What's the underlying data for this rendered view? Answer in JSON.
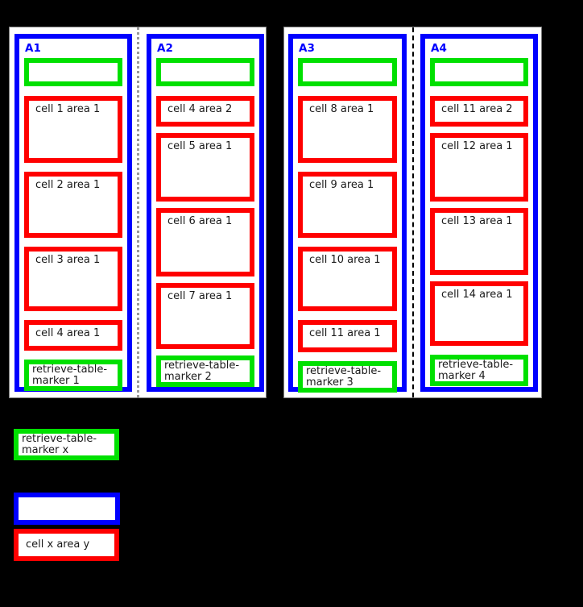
{
  "colors": {
    "background": "#000000",
    "panel_bg": "#ffffff",
    "area_border": "#0000ff",
    "cell_border": "#ff0000",
    "marker_border": "#00e000"
  },
  "panels": [
    {
      "areas": [
        {
          "title": "A1",
          "cells": [
            {
              "label": "cell 1 area 1"
            },
            {
              "label": "cell 2 area 1"
            },
            {
              "label": "cell 3 area 1"
            },
            {
              "label": "cell 4 area 1"
            }
          ],
          "marker": "retrieve-table-marker 1"
        },
        {
          "title": "A2",
          "cells": [
            {
              "label": "cell 4 area 2"
            },
            {
              "label": "cell 5 area 1"
            },
            {
              "label": "cell 6 area 1"
            },
            {
              "label": "cell 7 area 1"
            }
          ],
          "marker": "retrieve-table-marker 2"
        }
      ]
    },
    {
      "areas": [
        {
          "title": "A3",
          "cells": [
            {
              "label": "cell 8 area 1"
            },
            {
              "label": "cell 9 area 1"
            },
            {
              "label": "cell 10 area 1"
            },
            {
              "label": "cell 11 area 1"
            }
          ],
          "marker": "retrieve-table-marker 3"
        },
        {
          "title": "A4",
          "cells": [
            {
              "label": "cell 11 area 2"
            },
            {
              "label": "cell 12 area 1"
            },
            {
              "label": "cell 13 area 1"
            },
            {
              "label": "cell 14 area 1"
            }
          ],
          "marker": "retrieve-table-marker 4"
        }
      ]
    }
  ],
  "legend": {
    "marker_label": "retrieve-table-marker x",
    "cell_label": "cell x area y"
  }
}
